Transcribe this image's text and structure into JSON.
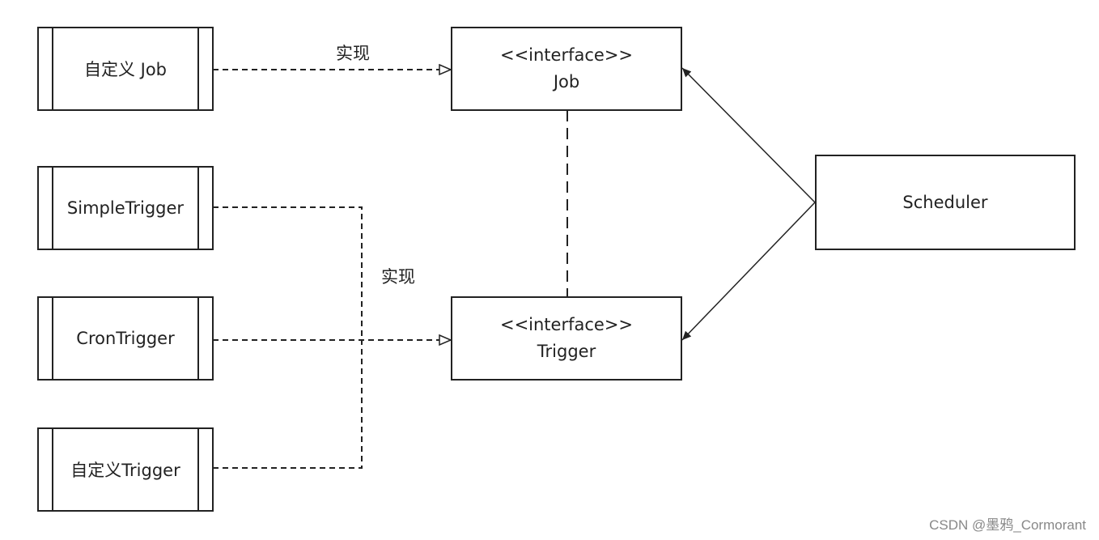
{
  "diagram": {
    "classes": {
      "custom_job": "自定义 Job",
      "simple_trigger": "SimpleTrigger",
      "cron_trigger": "CronTrigger",
      "custom_trigger": "自定义Trigger"
    },
    "interfaces": {
      "job": {
        "stereotype": "<<interface>>",
        "name": "Job"
      },
      "trigger": {
        "stereotype": "<<interface>>",
        "name": "Trigger"
      }
    },
    "scheduler": "Scheduler",
    "edge_labels": {
      "job_implementation": "实现",
      "trigger_implementation": "实现"
    }
  },
  "watermark": "CSDN @墨鸦_Cormorant"
}
